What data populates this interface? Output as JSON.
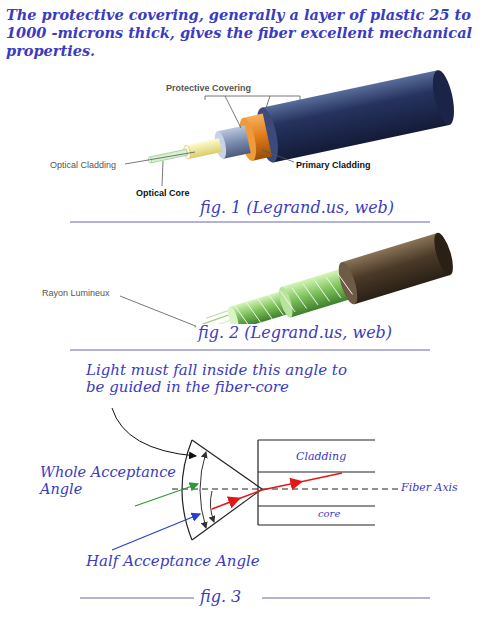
{
  "diagram": {
    "title": "The protective covering, generally a layer of plastic 25 to 1000 -microns thick, gives the fiber excellent mechanical properties.",
    "labels": [
      "Protective Covering",
      "Optical Cladding",
      "Primary Cladding",
      "Optical Core",
      "fig. 1 (Legrand.us, web)",
      "Rayon Lumineux",
      "fig. 2 (Legrand.us, web)",
      "Light must fall inside this angle to be guided in the fiber-core",
      "Whole Acceptance Angle",
      "Half Acceptance Angle",
      "Cladding",
      "core",
      "Fiber Axis",
      "fig. 3"
    ]
  }
}
